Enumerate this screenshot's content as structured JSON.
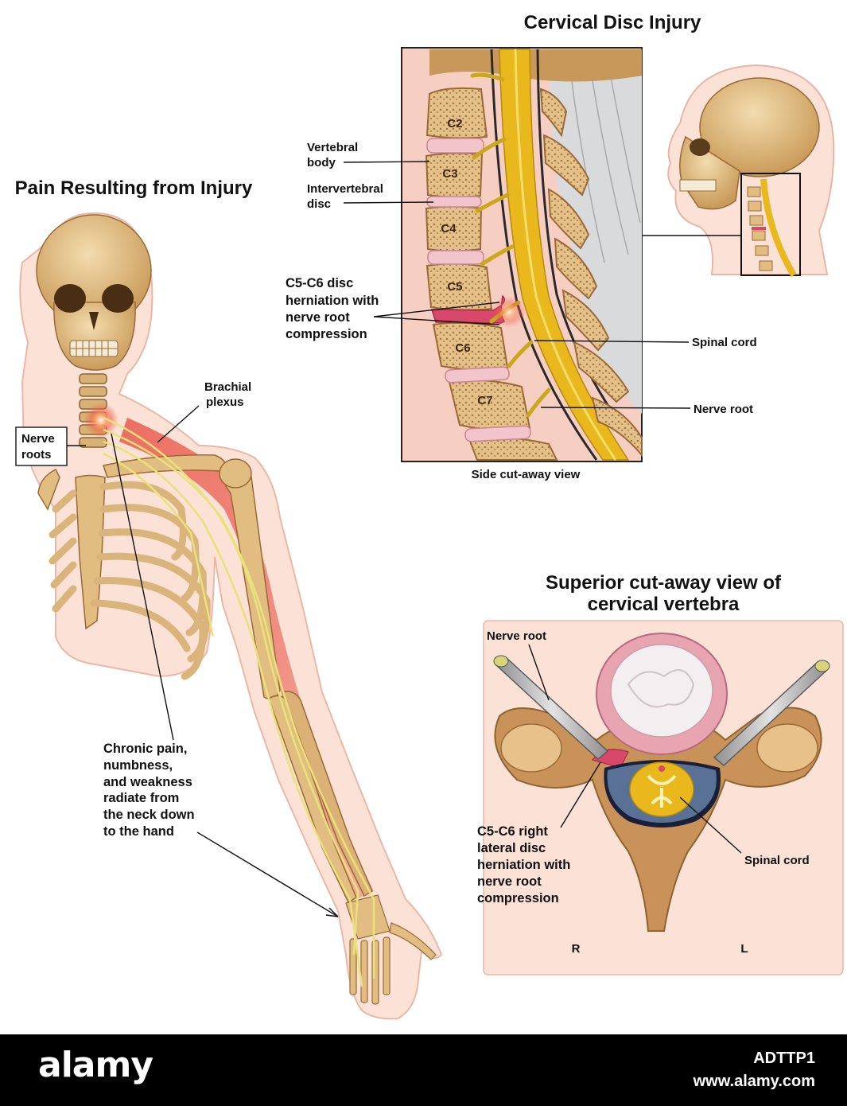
{
  "titles": {
    "pain": "Pain Resulting from Injury",
    "cervical": "Cervical Disc Injury",
    "superior_line1": "Superior cut-away view of",
    "superior_line2": "cervical vertebra"
  },
  "side_view": {
    "caption": "Side cut-away view",
    "vertebrae": [
      "C2",
      "C3",
      "C4",
      "C5",
      "C6",
      "C7"
    ],
    "labels": {
      "vertebral_body_1": "Vertebral",
      "vertebral_body_2": "body",
      "intervertebral_disc_1": "Intervertebral",
      "intervertebral_disc_2": "disc",
      "herniation_1": "C5-C6 disc",
      "herniation_2": "herniation with",
      "herniation_3": "nerve root",
      "herniation_4": "compression",
      "spinal_cord": "Spinal cord",
      "nerve_root": "Nerve root"
    }
  },
  "body_view": {
    "brachial_1": "Brachial",
    "brachial_2": "plexus",
    "nerve_roots_1": "Nerve",
    "nerve_roots_2": "roots",
    "pain_1": "Chronic pain,",
    "pain_2": "numbness,",
    "pain_3": "and weakness",
    "pain_4": "radiate from",
    "pain_5": "the neck down",
    "pain_6": "to the hand"
  },
  "superior_view": {
    "nerve_root": "Nerve root",
    "spinal_cord": "Spinal cord",
    "herniation_1": "C5-C6 right",
    "herniation_2": "lateral disc",
    "herniation_3": "herniation with",
    "herniation_4": "nerve root",
    "herniation_5": "compression",
    "right": "R",
    "left": "L"
  },
  "footer": {
    "logo": "alamy",
    "image_id": "ADTTP1",
    "url": "www.alamy.com"
  },
  "colors": {
    "bone": "#e2bd82",
    "bone_dark": "#b98a4c",
    "disc": "#f2c4cc",
    "cord": "#e8b81c",
    "skin": "#fbe1d6",
    "pain": "#e8473a",
    "nerve": "#e9e27a"
  }
}
